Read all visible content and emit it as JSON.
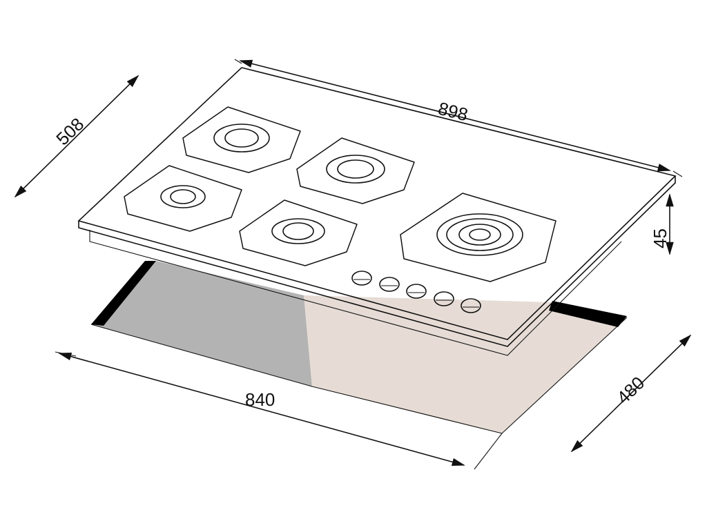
{
  "dimensions": {
    "width_top": "898",
    "depth_top": "508",
    "height": "45",
    "cutout_width": "840",
    "cutout_depth": "480"
  },
  "colors": {
    "line": "#111111",
    "cutout_left": "#b3b3b3",
    "cutout_right": "#e6dcd5",
    "cutout_dark": "#000000"
  },
  "components": {
    "burners": 5,
    "knobs": 5
  }
}
